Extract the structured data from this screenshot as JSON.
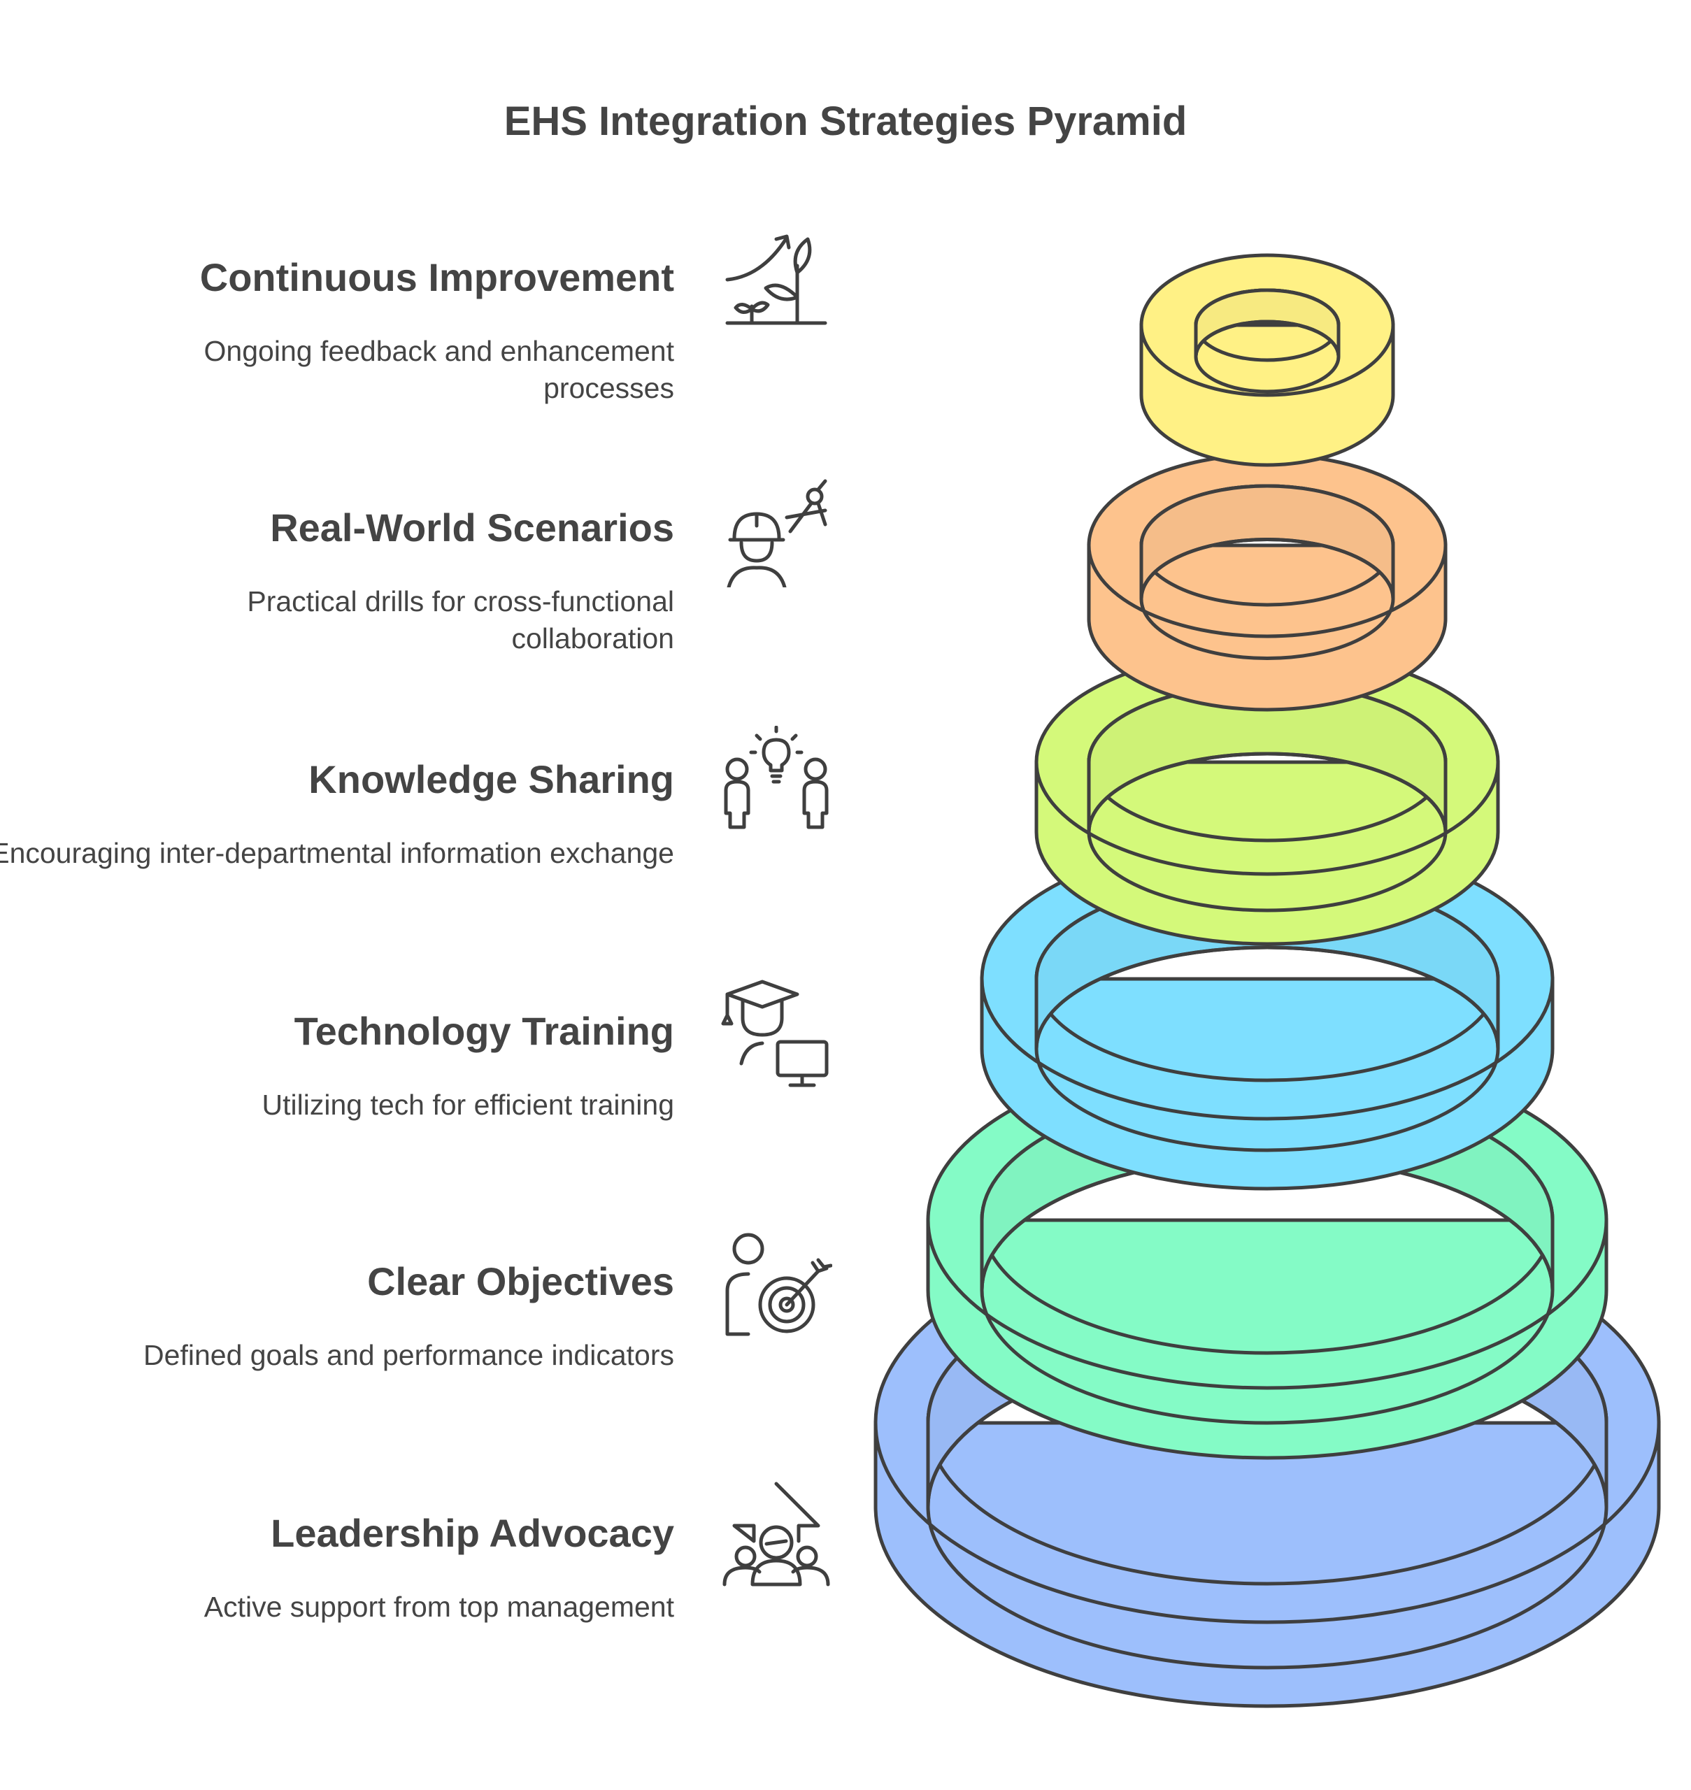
{
  "title": "EHS Integration Strategies Pyramid",
  "levels": [
    {
      "title": "Continuous Improvement",
      "description": "Ongoing feedback and enhancement processes",
      "icon": "growth-plant-icon",
      "color": "#FFF185"
    },
    {
      "title": "Real-World Scenarios",
      "description": "Practical drills for cross-functional collaboration",
      "icon": "engineer-drafting-icon",
      "color": "#FDC38D"
    },
    {
      "title": "Knowledge Sharing",
      "description": "Encouraging inter-departmental information exchange",
      "icon": "people-idea-icon",
      "color": "#D4F97A"
    },
    {
      "title": "Technology Training",
      "description": "Utilizing tech for efficient training",
      "icon": "graduate-computer-icon",
      "color": "#7EDFFF"
    },
    {
      "title": "Clear Objectives",
      "description": "Defined goals and performance indicators",
      "icon": "person-target-icon",
      "color": "#84FBC6"
    },
    {
      "title": "Leadership Advocacy",
      "description": "Active support from top management",
      "icon": "team-arrow-up-icon",
      "color": "#9DBFFC"
    }
  ]
}
